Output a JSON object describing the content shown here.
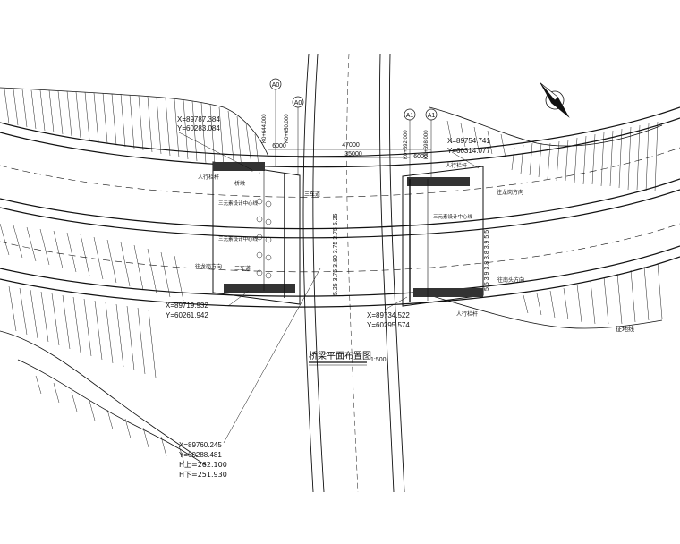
{
  "drawing": {
    "title": "桥梁平面布置图",
    "scale": "1:500",
    "boundary_label": "征地线"
  },
  "axes": {
    "a0_left": "A0",
    "a0_right": "A0",
    "a1_left": "A1",
    "a1_right": "A1"
  },
  "dimensions": {
    "span_total": "47000",
    "span_inner": "35000",
    "abut_left": "6000",
    "abut_right": "6000",
    "widths_left": "5.25 3.75 3.80 3.75 3.75 5.25",
    "widths_right": "5.5 3.9 3.8 3.8 3.9 5.5"
  },
  "stations": {
    "left_a": "K0+644.000",
    "left_b": "K0+650.000",
    "right_a": "K0+692.000",
    "right_b": "K0+698.000"
  },
  "coordinates": {
    "c1_x": "X=89787.384",
    "c1_y": "Y=60283.084",
    "c2_x": "X=89754.741",
    "c2_y": "Y=60314.077",
    "c3_x": "X=89719.932",
    "c3_y": "Y=60261.942",
    "c4_x": "X=89734.522",
    "c4_y": "Y=60295.574",
    "c5_x": "X=89760.245",
    "c5_y": "Y=60288.481",
    "c5_h_up": "H上=262.100",
    "c5_h_down": "H下=251.930"
  },
  "labels": {
    "sidewalk": "人行栏杆",
    "pier": "桥墩",
    "lane_a": "三车道",
    "lane_b": "三车道",
    "dir_a": "往龙岗方向",
    "dir_b": "往龙岗方向",
    "dir_c": "往南头方向",
    "note_a": "三元素设计中心线",
    "note_b": "三元素设计中心线",
    "note_c": "三元素设计中心线",
    "sw_right_top": "人行栏杆",
    "sw_right_bot": "人行栏杆"
  },
  "north_arrow": {
    "icon": "north-arrow-icon"
  }
}
